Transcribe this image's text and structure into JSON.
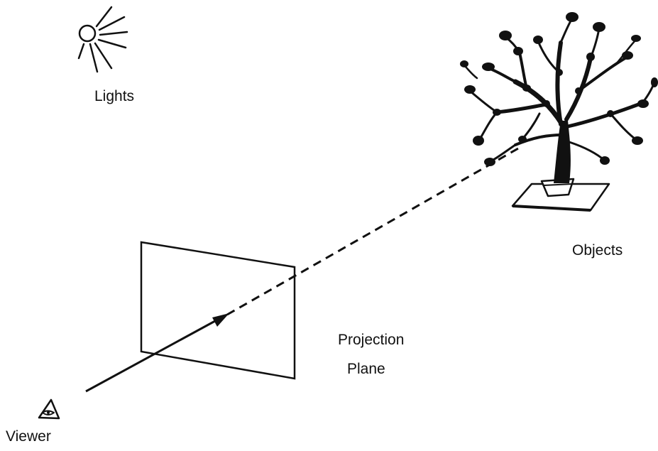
{
  "labels": {
    "lights": "Lights",
    "objects": "Objects",
    "projection_line1": "Projection",
    "projection_line2": "Plane",
    "viewer": "Viewer"
  },
  "icons": {
    "light": "sun-icon",
    "viewer": "eye-icon",
    "object": "tree-icon"
  },
  "colors": {
    "ink": "#111111",
    "background": "#ffffff"
  }
}
